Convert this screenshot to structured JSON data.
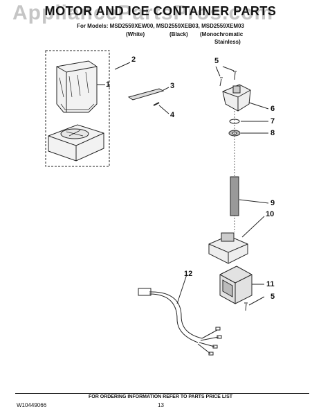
{
  "watermark": "AppliancePartsPros.com",
  "header": {
    "title": "MOTOR AND ICE CONTAINER PARTS",
    "models_line": "For Models: MSD2559XEW00, MSD2559XEB03, MSD2559XEM03",
    "finish_white": "(White)",
    "finish_black": "(Black)",
    "finish_mono_1": "(Monochromatic",
    "finish_mono_2": "Stainless)"
  },
  "callouts": {
    "c1": "1",
    "c2": "2",
    "c3": "3",
    "c4": "4",
    "c5a": "5",
    "c6": "6",
    "c7": "7",
    "c8": "8",
    "c9": "9",
    "c10": "10",
    "c11": "11",
    "c12": "12",
    "c5b": "5"
  },
  "footer": {
    "note": "FOR ORDERING INFORMATION REFER TO PARTS PRICE LIST",
    "doc_number": "W10449066",
    "page_number": "13"
  }
}
